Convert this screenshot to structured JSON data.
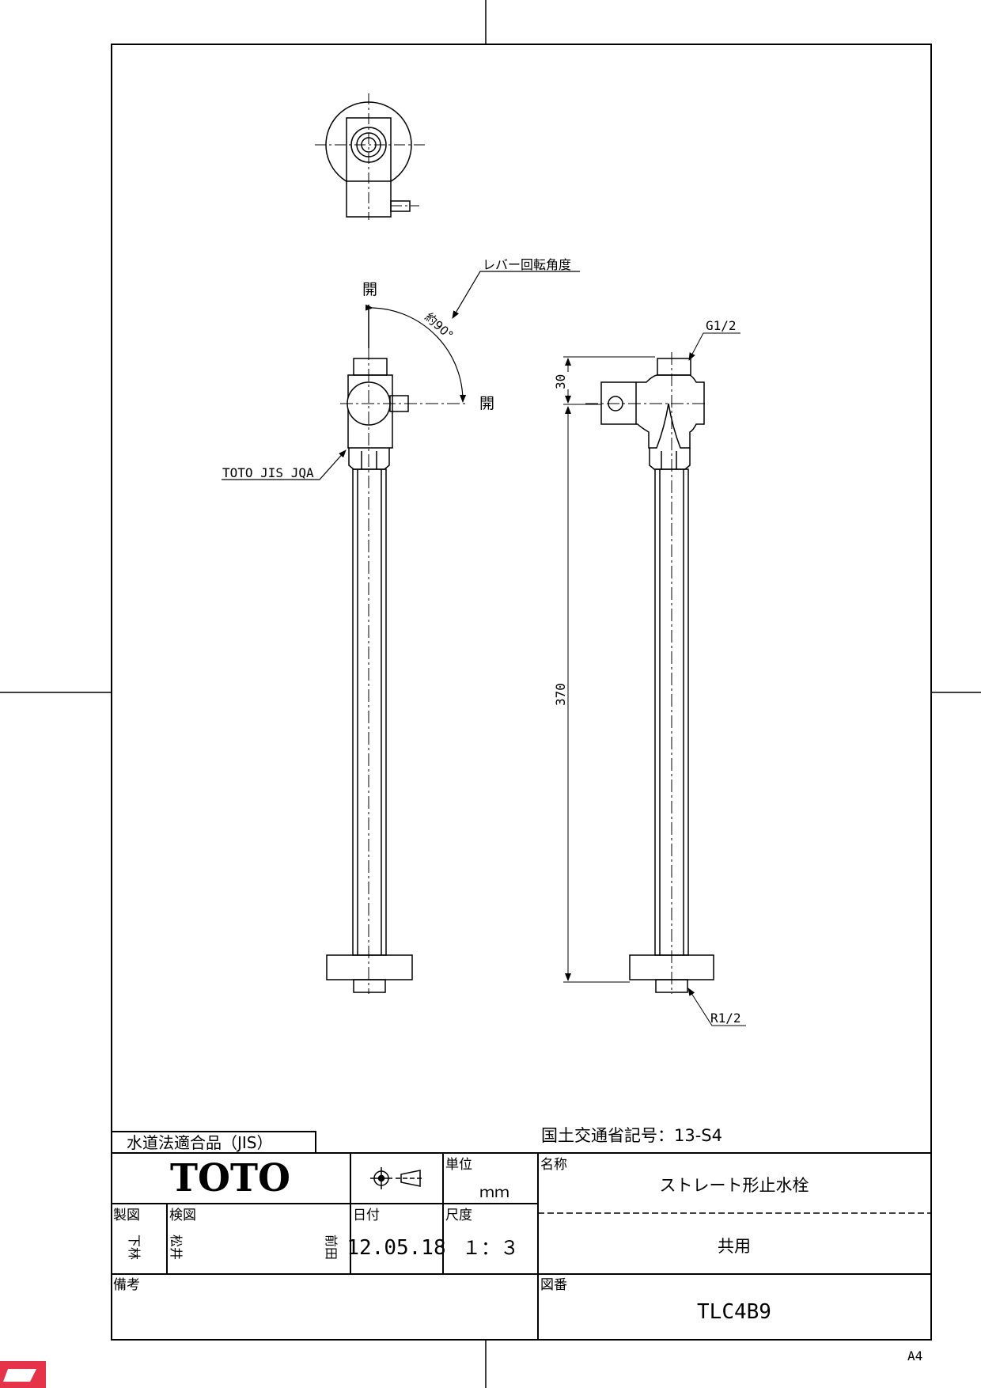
{
  "drawing": {
    "labels": {
      "lever_angle": "レバー回転角度",
      "angle_value": "約90°",
      "open_top": "開",
      "open_right": "開",
      "marking": "TOTO JIS JQA",
      "thread_top": "G1/2",
      "thread_bottom": "R1/2"
    },
    "dimensions": {
      "top_offset": "30",
      "length": "370"
    },
    "ministry_code": "国土交通省記号：13-S4"
  },
  "title_block": {
    "certification": "水道法適合品（JIS）",
    "logo": "TOTO",
    "unit_label": "単位",
    "unit_value": "ｍｍ",
    "name_label": "名称",
    "name_value": "ストレート形止水栓",
    "name_sub": "共用",
    "drafter_label": "製図",
    "drafter_value": "下林",
    "checker_label": "検図",
    "checker_value": "松井",
    "approver_value": "前田",
    "date_label": "日付",
    "date_value": "12.05.18",
    "scale_label": "尺度",
    "scale_value": "１：３",
    "remarks_label": "備考",
    "drawing_no_label": "図番",
    "drawing_no_value": "TLC4B9"
  },
  "paper_size": "A4"
}
